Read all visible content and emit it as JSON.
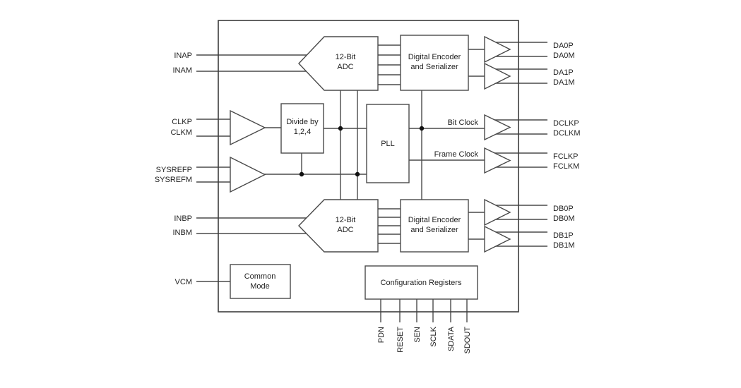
{
  "colors": {
    "background": "#ffffff",
    "line": "#4a4a4a",
    "text": "#1f1f1f"
  },
  "pins": {
    "left": {
      "inap": "INAP",
      "inam": "INAM",
      "clkp": "CLKP",
      "clkm": "CLKM",
      "sysrefp": "SYSREFP",
      "sysrefm": "SYSREFM",
      "inbp": "INBP",
      "inbm": "INBM",
      "vcm": "VCM"
    },
    "right": {
      "da0p": "DA0P",
      "da0m": "DA0M",
      "da1p": "DA1P",
      "da1m": "DA1M",
      "dclkp": "DCLKP",
      "dclkm": "DCLKM",
      "fclkp": "FCLKP",
      "fclkm": "FCLKM",
      "db0p": "DB0P",
      "db0m": "DB0M",
      "db1p": "DB1P",
      "db1m": "DB1M"
    },
    "bottom": [
      "PDN",
      "RESET",
      "SEN",
      "SCLK",
      "SDATA",
      "SDOUT"
    ]
  },
  "blocks": {
    "adc_a": {
      "line1": "12-Bit",
      "line2": "ADC"
    },
    "adc_b": {
      "line1": "12-Bit",
      "line2": "ADC"
    },
    "encoder_a": {
      "line1": "Digital Encoder",
      "line2": "and Serializer"
    },
    "encoder_b": {
      "line1": "Digital Encoder",
      "line2": "and Serializer"
    },
    "divider": {
      "line1": "Divide by",
      "line2": "1,2,4"
    },
    "pll": {
      "label": "PLL"
    },
    "common_mode": {
      "line1": "Common",
      "line2": "Mode"
    },
    "config_registers": {
      "label": "Configuration Registers"
    }
  },
  "nets": {
    "bit_clock": "Bit Clock",
    "frame_clock": "Frame Clock"
  }
}
